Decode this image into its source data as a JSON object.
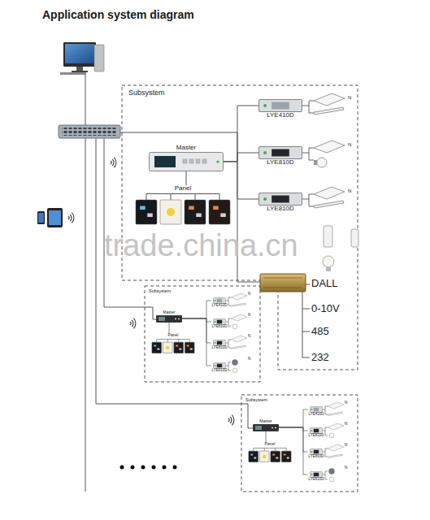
{
  "diagram": {
    "title": "Application system diagram",
    "nodes": [
      {
        "text": [
          "Subsystem"
        ]
      },
      {
        "text": [
          "Master"
        ],
        "in": 0
      },
      {
        "text": [
          "Panel"
        ],
        "in": 0
      },
      {
        "text": [
          "LYE410D"
        ],
        "in": 0
      },
      {
        "text": [
          "LYE810D"
        ],
        "in": 0
      },
      {
        "text": [
          "LYE810D"
        ],
        "in": 0
      },
      {
        "text": [
          "Subsystem"
        ]
      },
      {
        "text": [
          "Master"
        ],
        "in": 6
      },
      {
        "text": [
          "Panel"
        ],
        "in": 6
      },
      {
        "text": [
          "LYE410D"
        ],
        "in": 6
      },
      {
        "text": [
          "LYE810D"
        ],
        "in": 6
      },
      {
        "text": [
          "LYE810D"
        ],
        "in": 6
      },
      {
        "text": [
          "LYE610D"
        ],
        "in": 6
      },
      {
        "text": [
          "Subsystem"
        ]
      },
      {
        "text": [
          "Master"
        ],
        "in": 13
      },
      {
        "text": [
          "Panel"
        ],
        "in": 13
      },
      {
        "text": [
          "LYE410D"
        ],
        "in": 13
      },
      {
        "text": [
          "LYE810D"
        ],
        "in": 13
      },
      {
        "text": [
          "LYE810D"
        ],
        "in": 13
      },
      {
        "text": [
          "LYE610D"
        ],
        "in": 13
      }
    ],
    "edges": [
      {
        "from": 1,
        "to": 2,
        "arrow": "none"
      },
      {
        "from": 1,
        "to": 3,
        "arrow": "none"
      },
      {
        "from": 1,
        "to": 4,
        "arrow": "none"
      },
      {
        "from": 1,
        "to": 5,
        "arrow": "none"
      },
      {
        "from": 7,
        "to": 8,
        "arrow": "none"
      },
      {
        "from": 7,
        "to": 9,
        "arrow": "none"
      },
      {
        "from": 7,
        "to": 10,
        "arrow": "none"
      },
      {
        "from": 7,
        "to": 11,
        "arrow": "none"
      },
      {
        "from": 7,
        "to": 12,
        "arrow": "none"
      },
      {
        "from": 14,
        "to": 15,
        "arrow": "none"
      },
      {
        "from": 14,
        "to": 16,
        "arrow": "none"
      },
      {
        "from": 14,
        "to": 17,
        "arrow": "none"
      },
      {
        "from": 14,
        "to": 18,
        "arrow": "none"
      },
      {
        "from": 14,
        "to": 19,
        "arrow": "none"
      }
    ],
    "labels": [
      "N",
      "N",
      "N",
      "DALL",
      "0-10V",
      "485",
      "232",
      "trade.china.cn",
      "N",
      "N",
      "N",
      "N",
      "N",
      "N",
      "N",
      "N"
    ]
  }
}
